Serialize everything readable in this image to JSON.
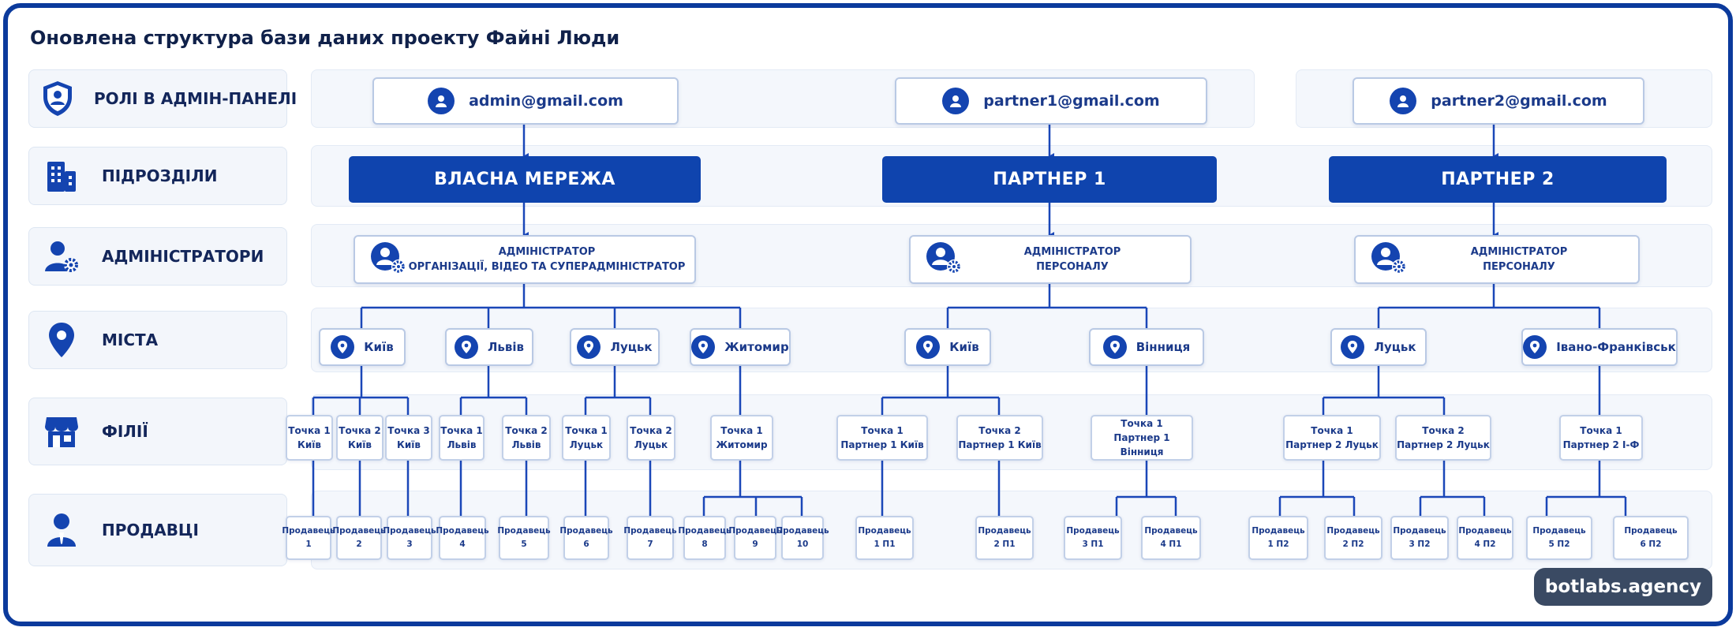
{
  "title": "Оновлена структура бази даних проекту Файні Люди",
  "colors": {
    "primary": "#0f44ae",
    "frame": "#0b3a9c",
    "line": "#1a47b8",
    "card_border": "#b9c9e4",
    "band": "#f4f7fc"
  },
  "rows": [
    {
      "label": "РОЛІ В АДМІН-ПАНЕЛІ",
      "icon": "shield-user-icon"
    },
    {
      "label": "ПІДРОЗДІЛИ",
      "icon": "buildings-icon"
    },
    {
      "label": "АДМІНІСТРАТОРИ",
      "icon": "user-gear-icon"
    },
    {
      "label": "МІСТА",
      "icon": "map-pin-icon"
    },
    {
      "label": "ФІЛІЇ",
      "icon": "storefront-icon"
    },
    {
      "label": "ПРОДАВЦІ",
      "icon": "seller-icon"
    }
  ],
  "emails": [
    "admin@gmail.com",
    "partner1@gmail.com",
    "partner2@gmail.com"
  ],
  "divisions": [
    "ВЛАСНА МЕРЕЖА",
    "ПАРТНЕР 1",
    "ПАРТНЕР 2"
  ],
  "admins": [
    {
      "line1": "АДМІНІСТРАТОР",
      "line2": "ОРГАНІЗАЦІЇ, ВІДЕО ТА СУПЕРАДМІНІСТРАТОР"
    },
    {
      "line1": "АДМІНІСТРАТОР",
      "line2": "ПЕРСОНАЛУ"
    },
    {
      "line1": "АДМІНІСТРАТОР",
      "line2": "ПЕРСОНАЛУ"
    }
  ],
  "cities": [
    "Київ",
    "Львів",
    "Луцьк",
    "Житомир",
    "Київ",
    "Вінниця",
    "Луцьк",
    "Івано-Франківськ"
  ],
  "branches": [
    {
      "line1": "Точка 1",
      "line2": "Київ"
    },
    {
      "line1": "Точка 2",
      "line2": "Київ"
    },
    {
      "line1": "Точка 3",
      "line2": "Київ"
    },
    {
      "line1": "Точка 1",
      "line2": "Львів"
    },
    {
      "line1": "Точка 2",
      "line2": "Львів"
    },
    {
      "line1": "Точка 1",
      "line2": "Луцьк"
    },
    {
      "line1": "Точка 2",
      "line2": "Луцьк"
    },
    {
      "line1": "Точка 1",
      "line2": "Житомир"
    },
    {
      "line1": "Точка 1",
      "line2": "Партнер 1 Київ"
    },
    {
      "line1": "Точка 2",
      "line2": "Партнер 1 Київ"
    },
    {
      "line1": "Точка 1",
      "line2": "Партнер 1 Вінниця"
    },
    {
      "line1": "Точка 1",
      "line2": "Партнер 2 Луцьк"
    },
    {
      "line1": "Точка 2",
      "line2": "Партнер 2 Луцьк"
    },
    {
      "line1": "Точка 1",
      "line2": "Партнер 2 І-Ф"
    }
  ],
  "sellers": [
    {
      "line1": "Продавець",
      "line2": "1"
    },
    {
      "line1": "Продавець",
      "line2": "2"
    },
    {
      "line1": "Продавець",
      "line2": "3"
    },
    {
      "line1": "Продавець",
      "line2": "4"
    },
    {
      "line1": "Продавець",
      "line2": "5"
    },
    {
      "line1": "Продавець",
      "line2": "6"
    },
    {
      "line1": "Продавець",
      "line2": "7"
    },
    {
      "line1": "Продавець",
      "line2": "8"
    },
    {
      "line1": "Продавець",
      "line2": "9"
    },
    {
      "line1": "Продавець",
      "line2": "10"
    },
    {
      "line1": "Продавець",
      "line2": "1 П1"
    },
    {
      "line1": "Продавець",
      "line2": "2 П1"
    },
    {
      "line1": "Продавець",
      "line2": "3 П1"
    },
    {
      "line1": "Продавець",
      "line2": "4 П1"
    },
    {
      "line1": "Продавець",
      "line2": "1 П2"
    },
    {
      "line1": "Продавець",
      "line2": "2 П2"
    },
    {
      "line1": "Продавець",
      "line2": "3 П2"
    },
    {
      "line1": "Продавець",
      "line2": "4 П2"
    },
    {
      "line1": "Продавець",
      "line2": "5 П2"
    },
    {
      "line1": "Продавець",
      "line2": "6 П2"
    }
  ],
  "watermark": "botlabs.agency"
}
